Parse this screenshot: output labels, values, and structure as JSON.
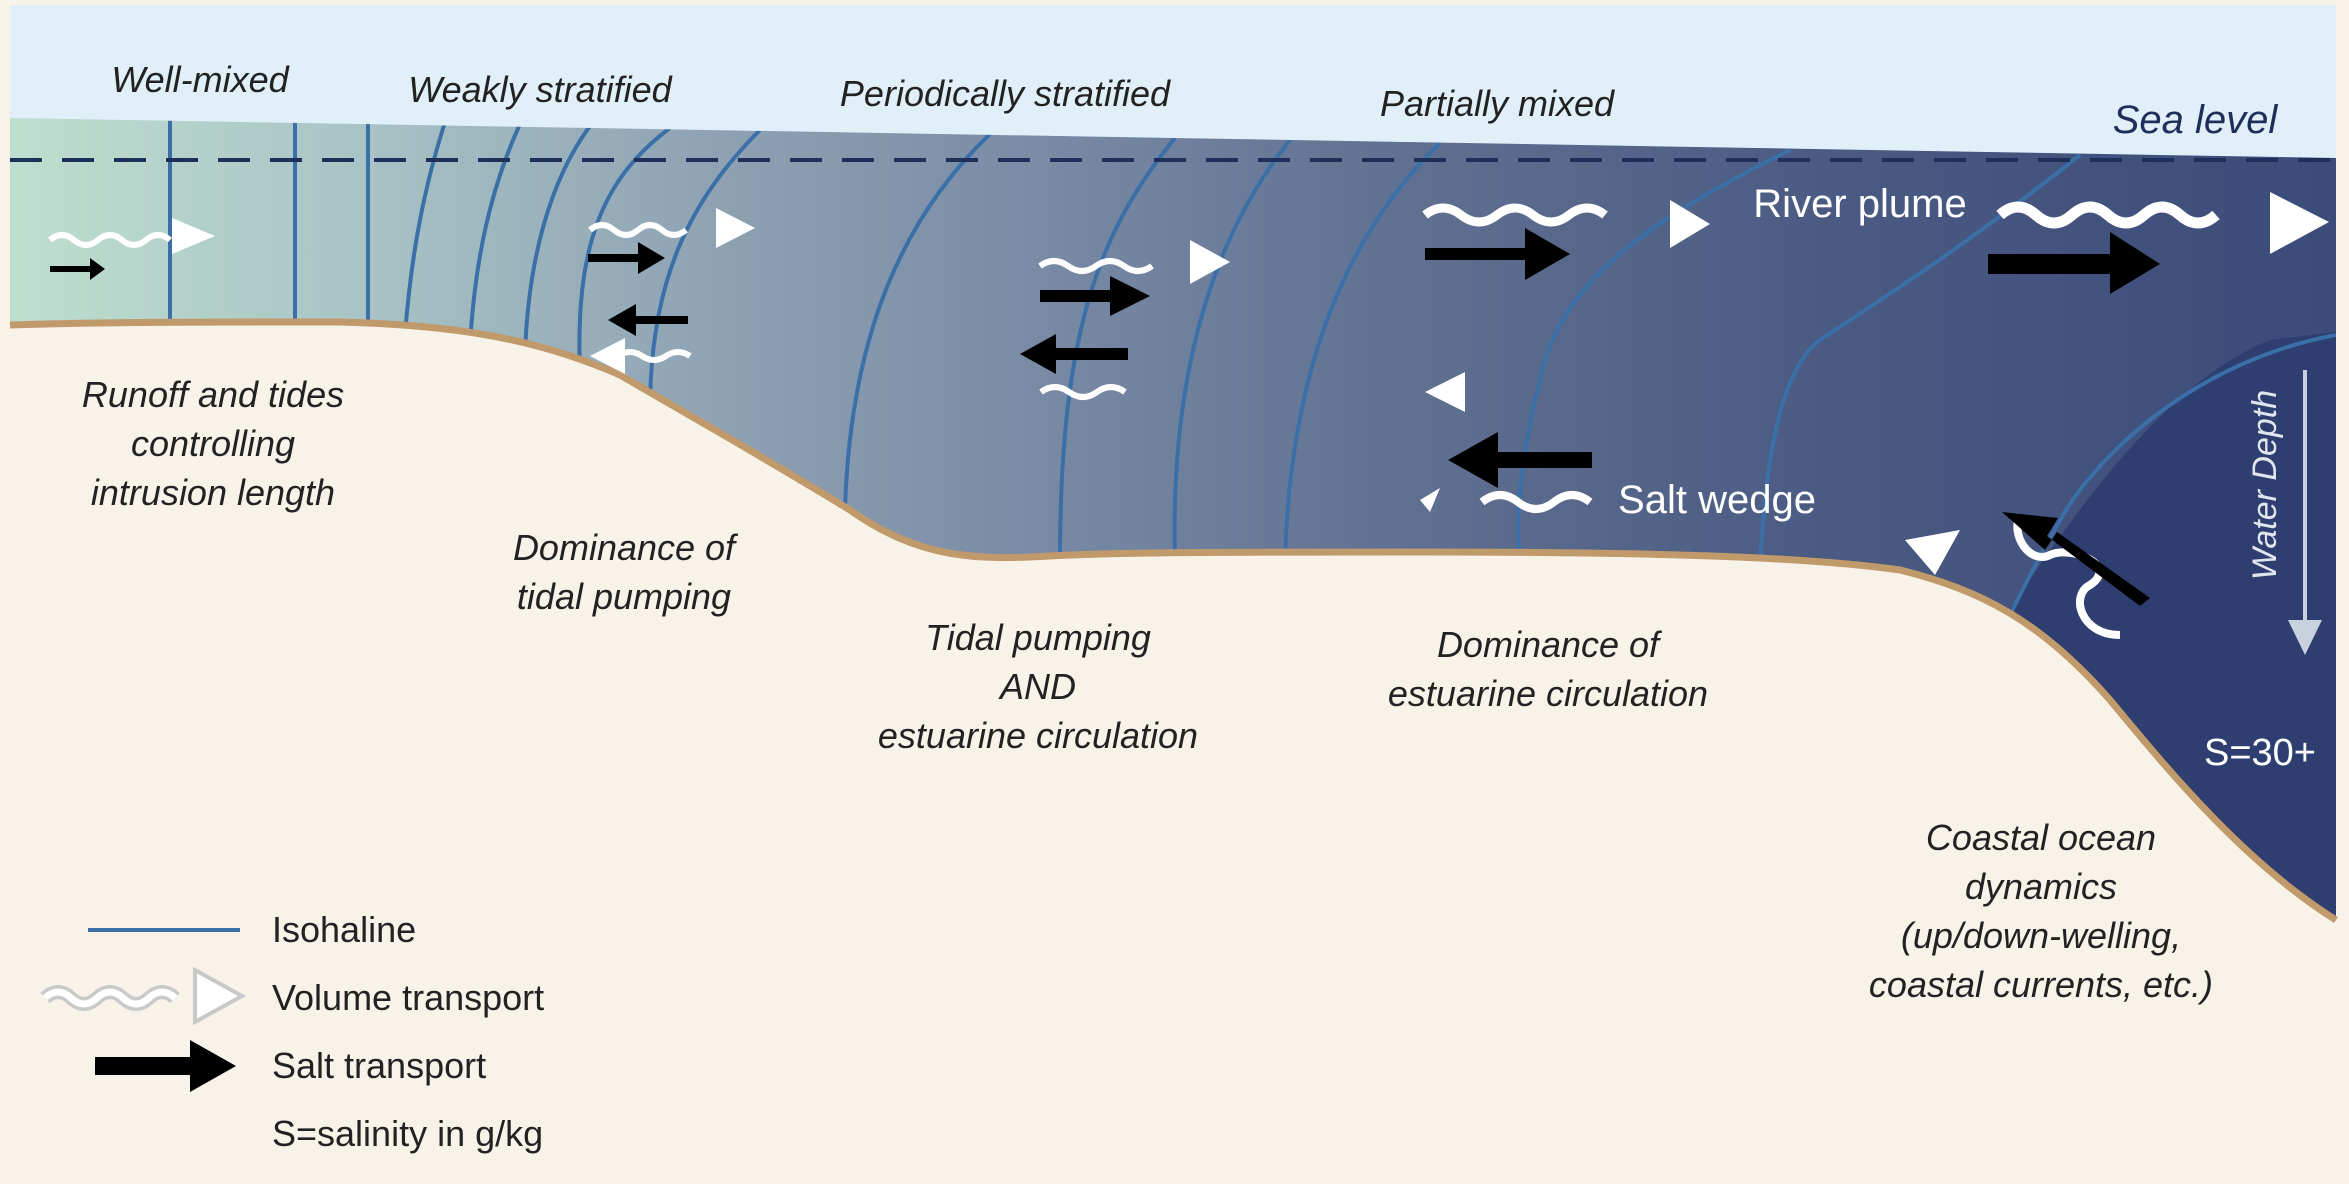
{
  "regimes": [
    "Well-mixed",
    "Weakly stratified",
    "Periodically stratified",
    "Partially mixed"
  ],
  "sea_level": "Sea level",
  "processes": {
    "runoff": [
      "Runoff and tides",
      "controlling",
      "intrusion length"
    ],
    "tidal_pumping": [
      "Dominance of",
      "tidal pumping"
    ],
    "tidal_and_estuarine": [
      "Tidal pumping",
      "AND",
      "estuarine circulation"
    ],
    "estuarine": [
      "Dominance of",
      "estuarine circulation"
    ],
    "coastal": [
      "Coastal ocean",
      "dynamics",
      "(up/down-welling,",
      "coastal currents, etc.)"
    ]
  },
  "features": {
    "river_plume": "River plume",
    "salt_wedge": "Salt wedge",
    "water_depth": "Water Depth",
    "ocean_salinity": "S=30+"
  },
  "legend": {
    "isohaline": "Isohaline",
    "volume_transport": "Volume transport",
    "salt_transport": "Salt transport",
    "salinity_note": "S=salinity in g/kg"
  },
  "colors": {
    "sky": "#e1eff9",
    "ground": "#f8f3e8",
    "bed_line": "#c19a6b",
    "isohaline": "#3a6fa8",
    "sea_level": "#1e2f5a",
    "water_gradient": [
      "#b7dac9",
      "#9fb6c0",
      "#8699ae",
      "#6c7e9a",
      "#56678a",
      "#42527c",
      "#2e3c6e"
    ]
  }
}
